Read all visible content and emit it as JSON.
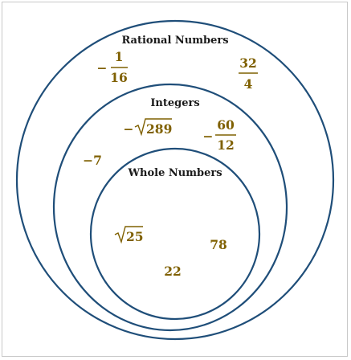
{
  "sets": {
    "rational": {
      "label": "Rational Numbers"
    },
    "integers": {
      "label": "Integers"
    },
    "whole": {
      "label": "Whole Numbers"
    }
  },
  "members": {
    "rational": [
      {
        "kind": "fraction",
        "sign": "−",
        "numerator": "1",
        "denominator": "16"
      },
      {
        "kind": "fraction",
        "sign": "",
        "numerator": "32",
        "denominator": "4"
      }
    ],
    "integers": [
      {
        "kind": "radical",
        "sign": "−",
        "radicand": "289"
      },
      {
        "kind": "fraction",
        "sign": "−",
        "numerator": "60",
        "denominator": "12"
      },
      {
        "kind": "number",
        "text": "−7"
      }
    ],
    "whole": [
      {
        "kind": "radical",
        "sign": "",
        "radicand": "25"
      },
      {
        "kind": "number",
        "text": "78"
      },
      {
        "kind": "number",
        "text": "22"
      }
    ]
  },
  "colors": {
    "ring": "#1f4e79",
    "number": "#7f6000",
    "label": "#1a1a1a"
  }
}
